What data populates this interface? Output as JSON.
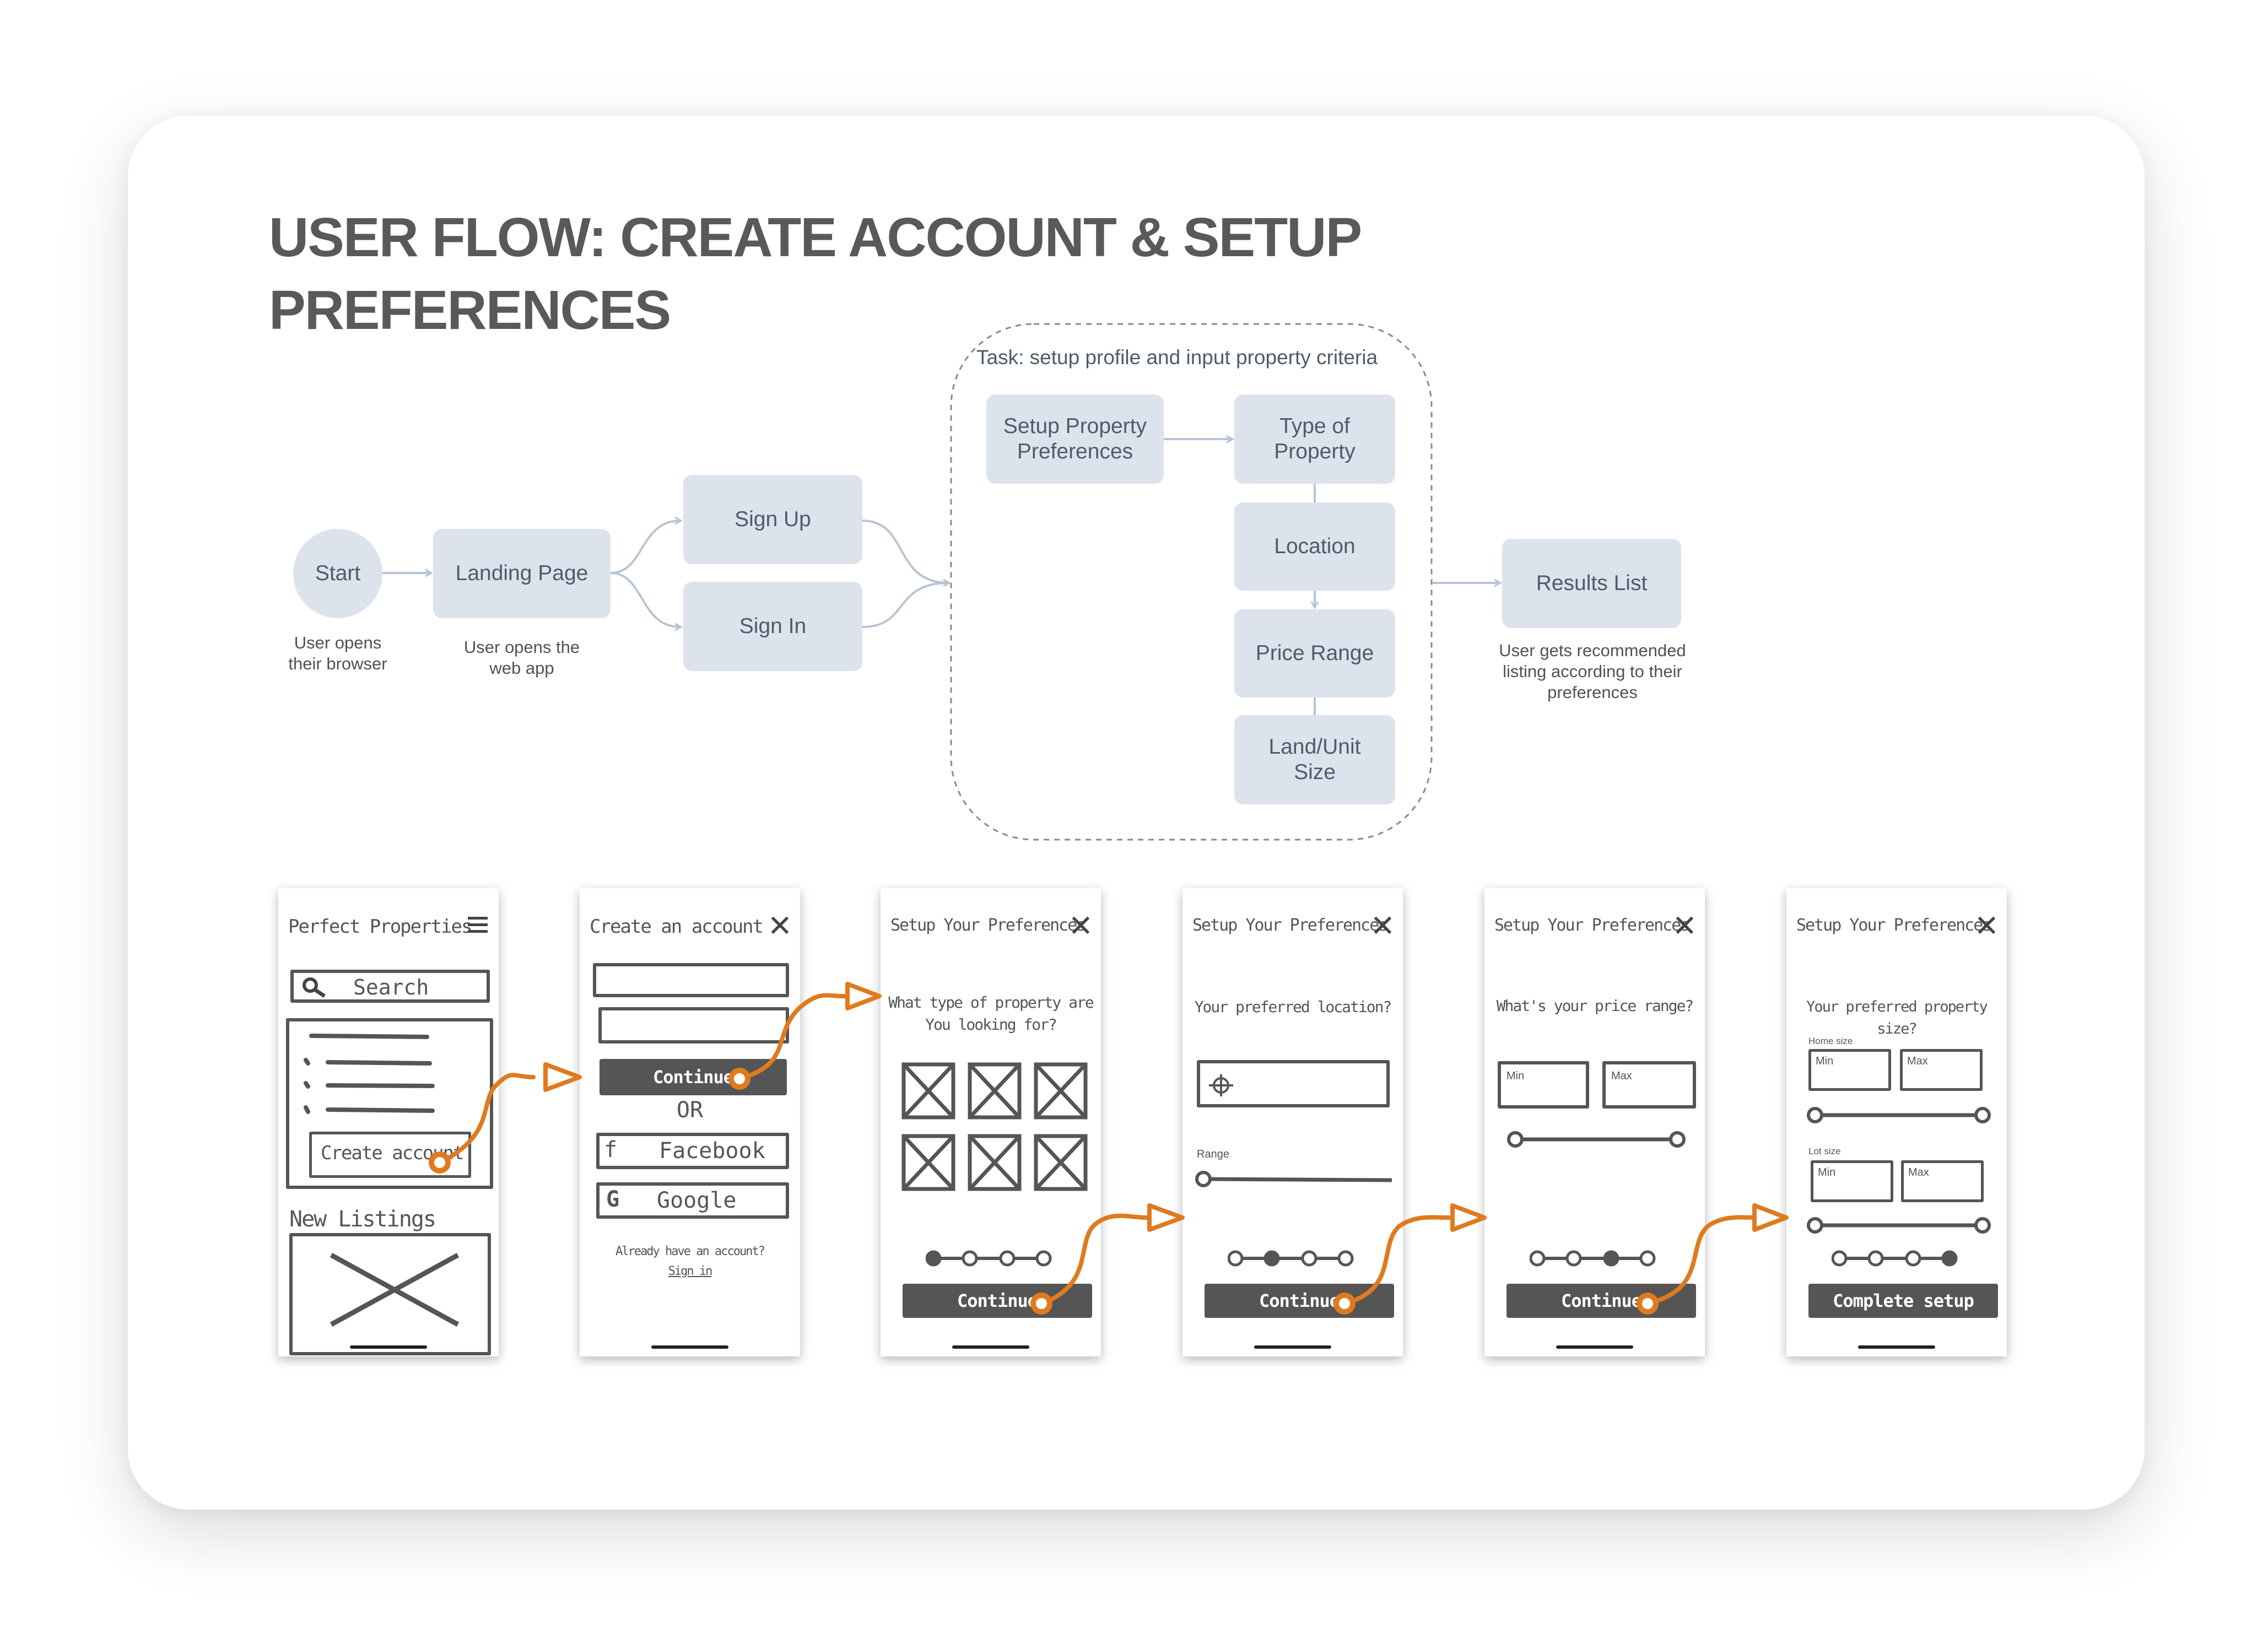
{
  "title": {
    "line1": "USER FLOW: CREATE ACCOUNT & SETUP",
    "line2": "PREFERENCES"
  },
  "flow": {
    "start": "Start",
    "landing": "Landing Page",
    "signup": "Sign Up",
    "signin": "Sign In",
    "task_label": "Task: setup profile and input property criteria",
    "setup_prefs": "Setup Property Preferences",
    "type": "Type of Property",
    "location": "Location",
    "price": "Price Range",
    "land": "Land/Unit Size",
    "results": "Results List",
    "cap_start_1": "User opens",
    "cap_start_2": "their browser",
    "cap_landing_1": "User opens the",
    "cap_landing_2": "web app",
    "cap_results_1": "User gets recommended",
    "cap_results_2": "listing according to their",
    "cap_results_3": "preferences"
  },
  "screens": {
    "s1": {
      "title": "Perfect Properties",
      "search": "Search",
      "cta": "Create account",
      "new_listings": "New Listings"
    },
    "s2": {
      "title": "Create an account",
      "continue": "Continue",
      "or": "OR",
      "facebook": "Facebook",
      "google": "Google",
      "have_account": "Already have an account?",
      "sign_in": "Sign in"
    },
    "s3": {
      "title": "Setup Your Preferences",
      "q1": "What type of property are",
      "q2": "You looking for?",
      "continue": "Continue"
    },
    "s4": {
      "title": "Setup Your Preferences",
      "q": "Your preferred location?",
      "range": "Range",
      "continue": "Continue"
    },
    "s5": {
      "title": "Setup Your Preferences",
      "q": "What's your price range?",
      "min": "Min",
      "max": "Max",
      "continue": "Continue"
    },
    "s6": {
      "title": "Setup Your Preferences",
      "q": "Your preferred property size?",
      "home_size": "Home size",
      "lot_size": "Lot size",
      "min": "Min",
      "max": "Max",
      "complete": "Complete setup"
    }
  },
  "colors": {
    "node_fill": "#dde3ec",
    "connector": "#b7c4d4",
    "accent_orange": "#e07a1f",
    "sketch_gray": "#555555"
  },
  "icons": {
    "close": "close-icon",
    "menu": "hamburger-menu-icon",
    "search": "search-icon",
    "location": "crosshair-icon",
    "facebook": "facebook-icon",
    "google": "google-icon"
  }
}
